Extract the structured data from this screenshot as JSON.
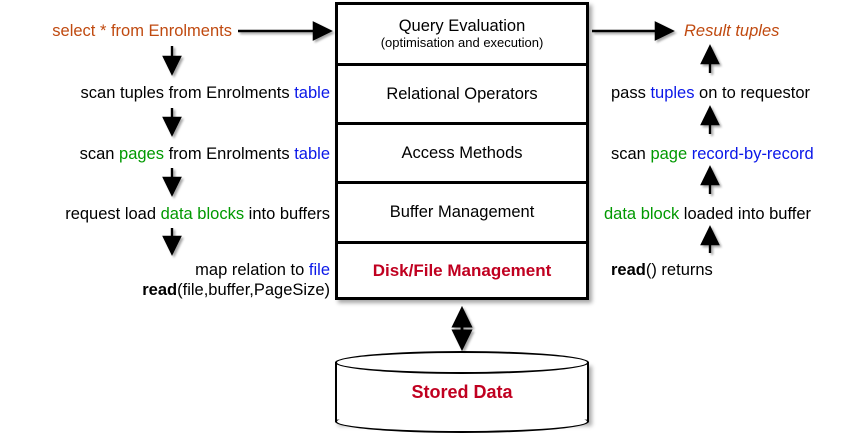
{
  "diagram": {
    "title": "DBMS query processing layers",
    "colors": {
      "orange": "#C04A10",
      "blue": "#0a17e8",
      "green": "#009900",
      "red": "#C00020",
      "black": "#000000"
    },
    "layers": [
      {
        "name": "query-evaluation",
        "label": "Query Evaluation",
        "sub": "(optimisation and execution)",
        "style": "normal"
      },
      {
        "name": "relational-operators",
        "label": "Relational Operators",
        "sub": "",
        "style": "normal"
      },
      {
        "name": "access-methods",
        "label": "Access Methods",
        "sub": "",
        "style": "normal"
      },
      {
        "name": "buffer-management",
        "label": "Buffer Management",
        "sub": "",
        "style": "normal"
      },
      {
        "name": "disk-file-management",
        "label": "Disk/File Management",
        "sub": "",
        "style": "red"
      }
    ],
    "storage": {
      "label": "Stored Data"
    },
    "left_flow": [
      {
        "name": "sql-query",
        "parts": [
          {
            "t": "select * from Enrolments",
            "c": "orange"
          }
        ]
      },
      {
        "name": "scan-tuples",
        "parts": [
          {
            "t": "scan tuples from Enrolments ",
            "c": "black"
          },
          {
            "t": "table",
            "c": "blue"
          }
        ]
      },
      {
        "name": "scan-pages",
        "parts": [
          {
            "t": "scan ",
            "c": "black"
          },
          {
            "t": "pages",
            "c": "green"
          },
          {
            "t": " from Enrolments ",
            "c": "black"
          },
          {
            "t": "table",
            "c": "blue"
          }
        ]
      },
      {
        "name": "request-load-data-blocks",
        "parts": [
          {
            "t": "request load ",
            "c": "black"
          },
          {
            "t": "data blocks",
            "c": "green"
          },
          {
            "t": " into buffers",
            "c": "black"
          }
        ]
      },
      {
        "name": "map-relation-to-file",
        "parts": [
          {
            "t": "map relation to ",
            "c": "black"
          },
          {
            "t": "file",
            "c": "blue"
          }
        ]
      },
      {
        "name": "read-call",
        "parts": [
          {
            "t": "read",
            "c": "bold"
          },
          {
            "t": "(file,buffer,PageSize)",
            "c": "black"
          }
        ]
      }
    ],
    "right_flow": [
      {
        "name": "result-tuples",
        "parts": [
          {
            "t": "Result tuples",
            "c": "orange-italic"
          }
        ]
      },
      {
        "name": "pass-tuples",
        "parts": [
          {
            "t": "pass ",
            "c": "black"
          },
          {
            "t": "tuples",
            "c": "blue"
          },
          {
            "t": " on to requestor",
            "c": "black"
          }
        ]
      },
      {
        "name": "scan-page-record-by-record",
        "parts": [
          {
            "t": "scan ",
            "c": "black"
          },
          {
            "t": "page",
            "c": "green"
          },
          {
            "t": " ",
            "c": "black"
          },
          {
            "t": "record-by-record",
            "c": "blue"
          }
        ]
      },
      {
        "name": "data-block-loaded",
        "parts": [
          {
            "t": "data block",
            "c": "green"
          },
          {
            "t": " loaded into buffer",
            "c": "black"
          }
        ]
      },
      {
        "name": "read-returns",
        "parts": [
          {
            "t": "read",
            "c": "bold"
          },
          {
            "t": "() returns",
            "c": "black"
          }
        ]
      }
    ]
  }
}
